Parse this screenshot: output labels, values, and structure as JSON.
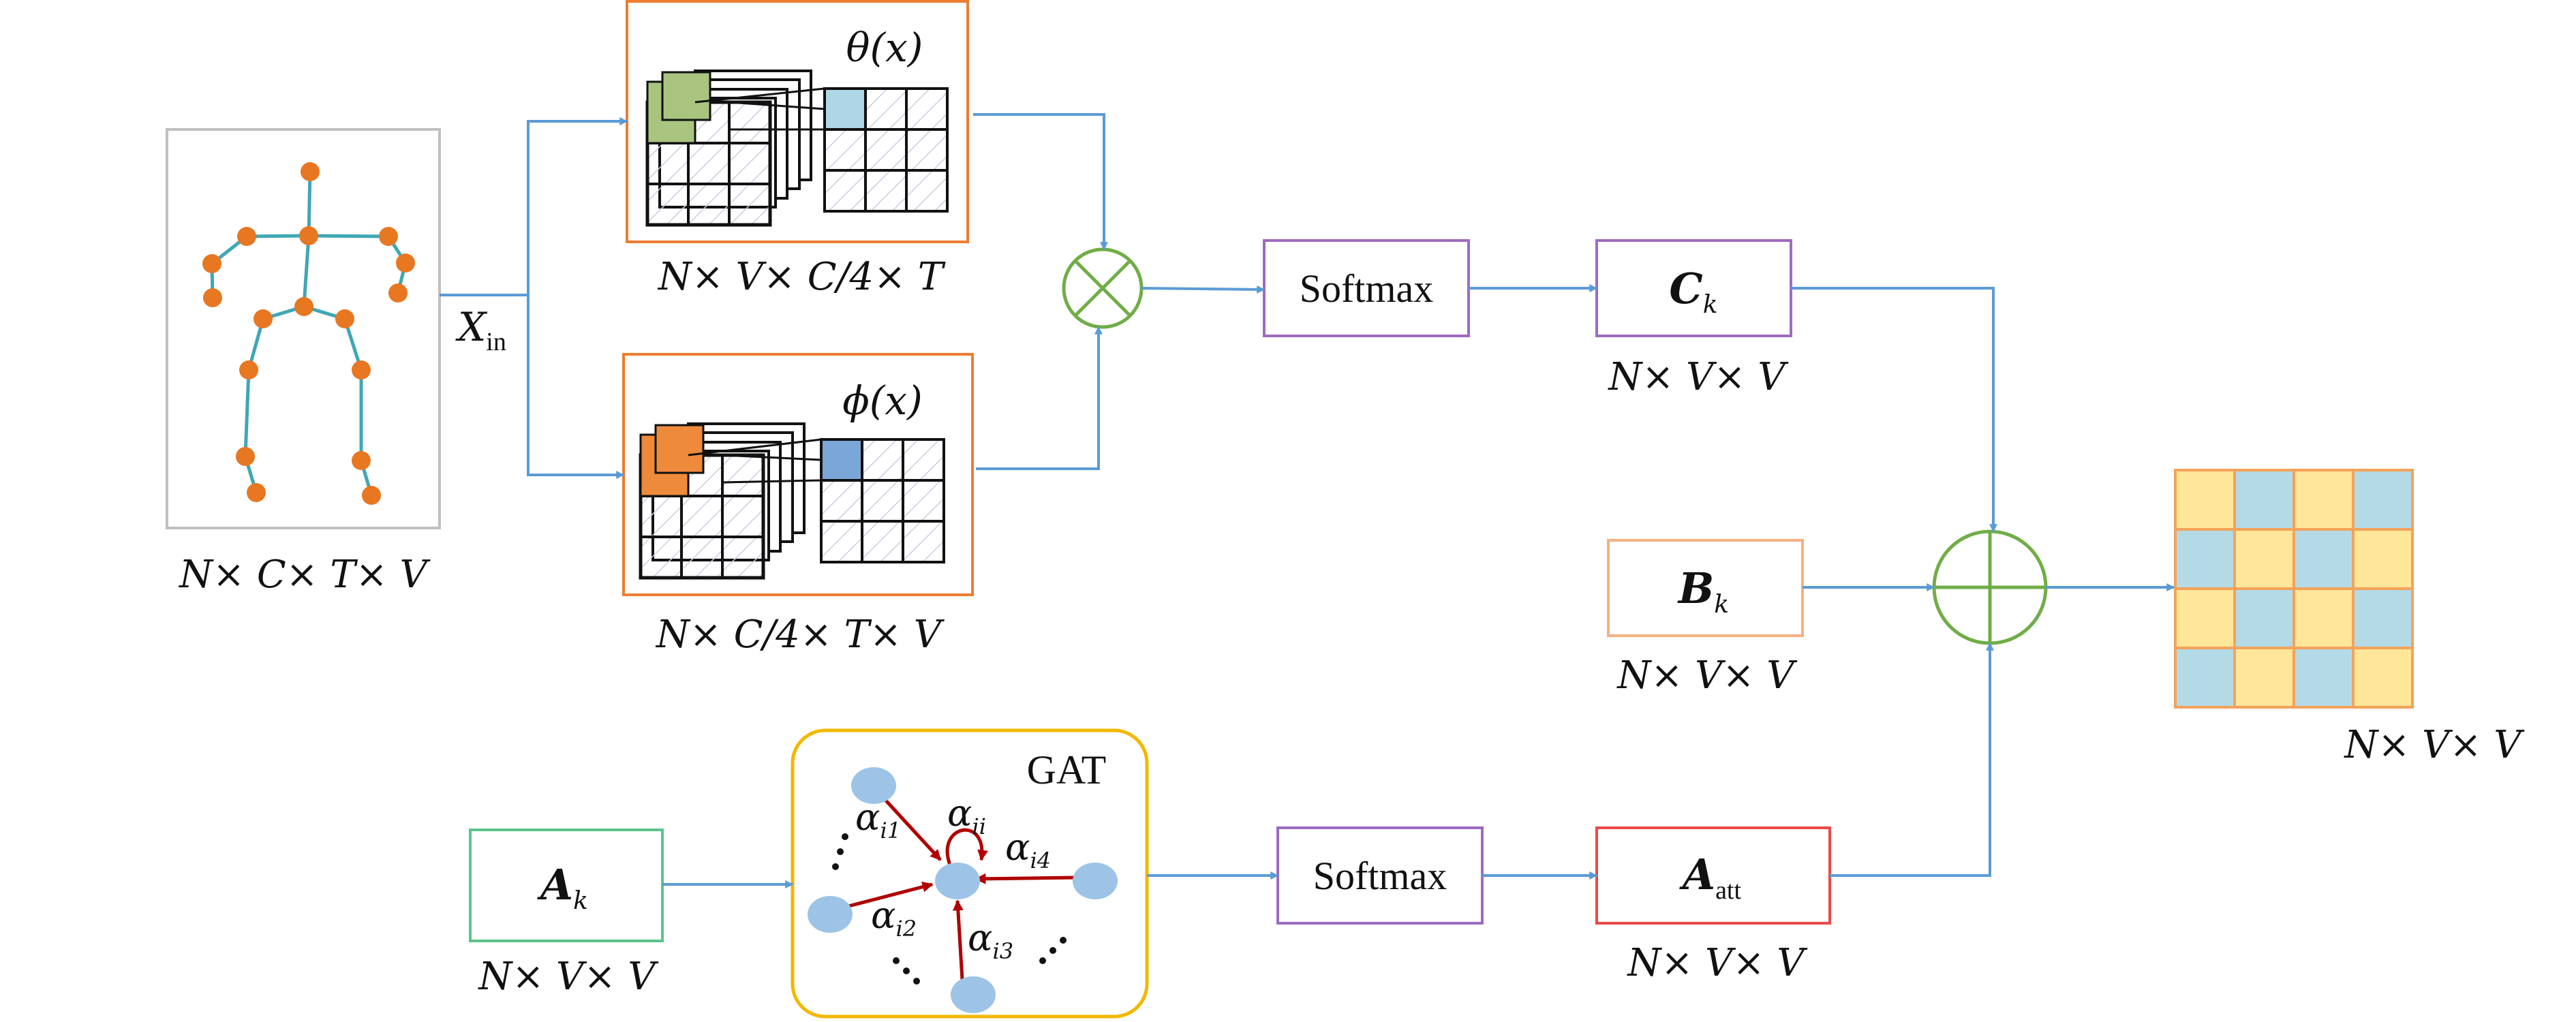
{
  "colors": {
    "arrow": "#5b9bd5",
    "skeleton_joint": "#e87722",
    "skeleton_bone": "#3fa7b5",
    "theta_box": "#ed7d31",
    "phi_box": "#ed7d31",
    "softmax_box": "#9e6bc0",
    "c_box": "#9e6bc0",
    "b_box": "#f4b183",
    "a_box": "#5cc48a",
    "att_box": "#e84a4a",
    "gat_box": "#f2b800",
    "op_circle": "#70ad47",
    "gat_node": "#9dc3e6",
    "gat_edge": "#b00000",
    "grid_yellow": "#ffe699",
    "grid_blue": "#b4dae6",
    "grid_border": "#f4a25a",
    "cube_green": "#a9c47f",
    "cube_orange": "#ee8a3c",
    "cell_light_blue": "#aed6e6",
    "cell_mid_blue": "#7aa7d8"
  },
  "input": {
    "x_label": "X",
    "x_sub": "in",
    "shape_label": "N× C× T× V"
  },
  "theta": {
    "label": "θ(x)",
    "shape_label": "N× V× C/4× T"
  },
  "phi": {
    "label": "ϕ(x)",
    "shape_label": "N× C/4× T× V"
  },
  "operators": {
    "multiply": "⊗",
    "add": "⊕"
  },
  "softmax_top": {
    "label": "Softmax"
  },
  "c_matrix": {
    "label": "C",
    "sub": "k",
    "shape_label": "N× V× V"
  },
  "b_matrix": {
    "label": "B",
    "sub": "k",
    "shape_label": "N× V× V"
  },
  "a_matrix": {
    "label": "A",
    "sub": "k",
    "shape_label": "N× V× V"
  },
  "gat": {
    "title": "GAT",
    "alpha_i1": {
      "base": "α",
      "sub": "i1"
    },
    "alpha_ii": {
      "base": "α",
      "sub": "ii"
    },
    "alpha_i4": {
      "base": "α",
      "sub": "i4"
    },
    "alpha_i2": {
      "base": "α",
      "sub": "i2"
    },
    "alpha_i3": {
      "base": "α",
      "sub": "i3"
    }
  },
  "softmax_bottom": {
    "label": "Softmax"
  },
  "att_matrix": {
    "label": "A",
    "sub": "att",
    "shape_label": "N× V× V"
  },
  "output": {
    "shape_label": "N× V× V"
  }
}
